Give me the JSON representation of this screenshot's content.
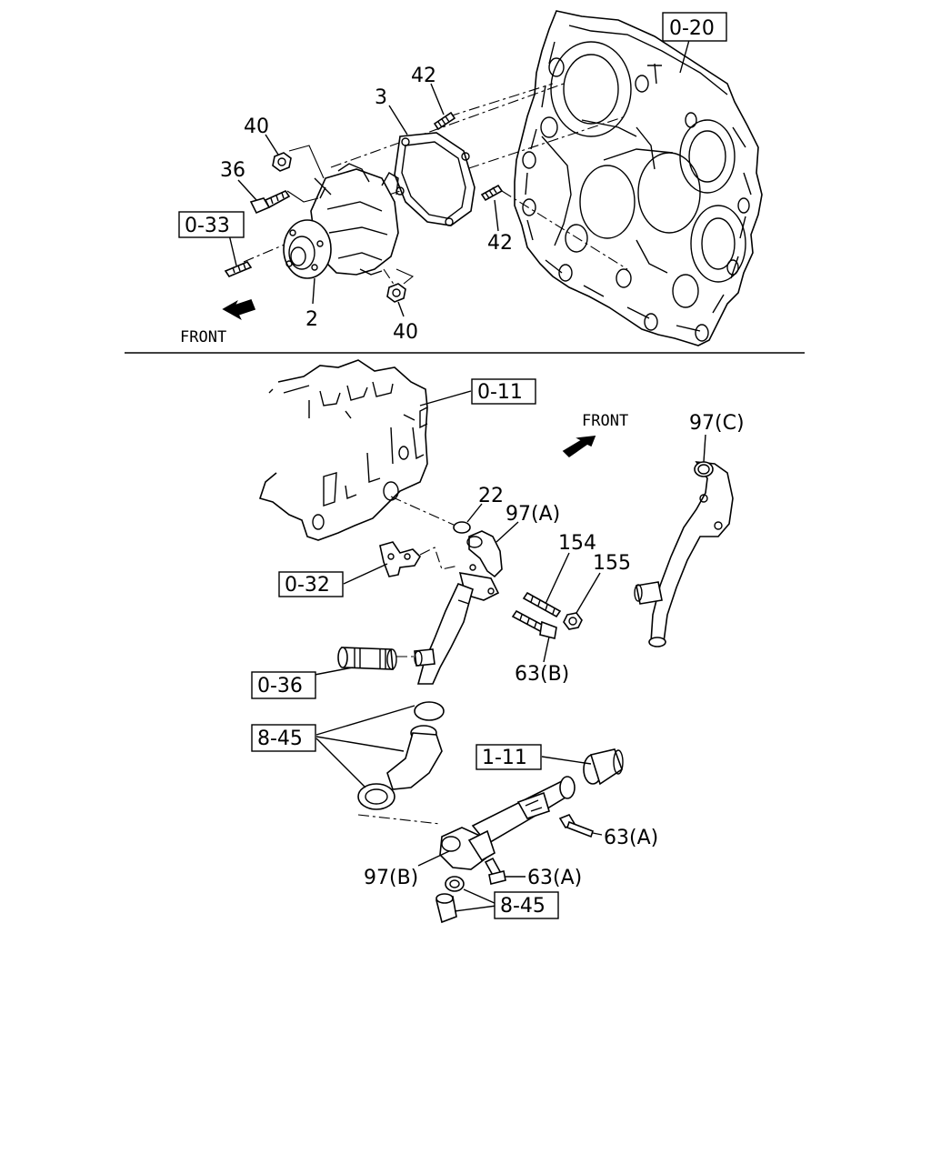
{
  "upper_view": {
    "ref_boxes": {
      "crankcase_ref": "0-20",
      "lower_ref": "0-33"
    },
    "part_labels": {
      "gasket": "3",
      "stud_upper": "42",
      "stud_lower": "42",
      "nut_upper": "40",
      "bolt": "36",
      "water_pump": "2",
      "nut_lower": "40"
    },
    "front_label": "FRONT"
  },
  "lower_view": {
    "ref_boxes": {
      "block_ref": "0-11",
      "bracket_ref": "0-32",
      "sleeve_ref": "0-36",
      "hose_ref_upper": "8-45",
      "pipe_ref": "1-11",
      "hose_ref_lower": "8-45"
    },
    "part_labels": {
      "o_ring": "22",
      "elbow_a": "97(A)",
      "stud": "154",
      "nut": "155",
      "bolt_b": "63(B)",
      "pipe_c": "97(C)",
      "elbow_b": "97(B)",
      "bolt_a_upper": "63(A)",
      "bolt_a_lower": "63(A)"
    },
    "front_label": "FRONT"
  },
  "colors": {
    "line": "#000000",
    "background": "#ffffff"
  }
}
